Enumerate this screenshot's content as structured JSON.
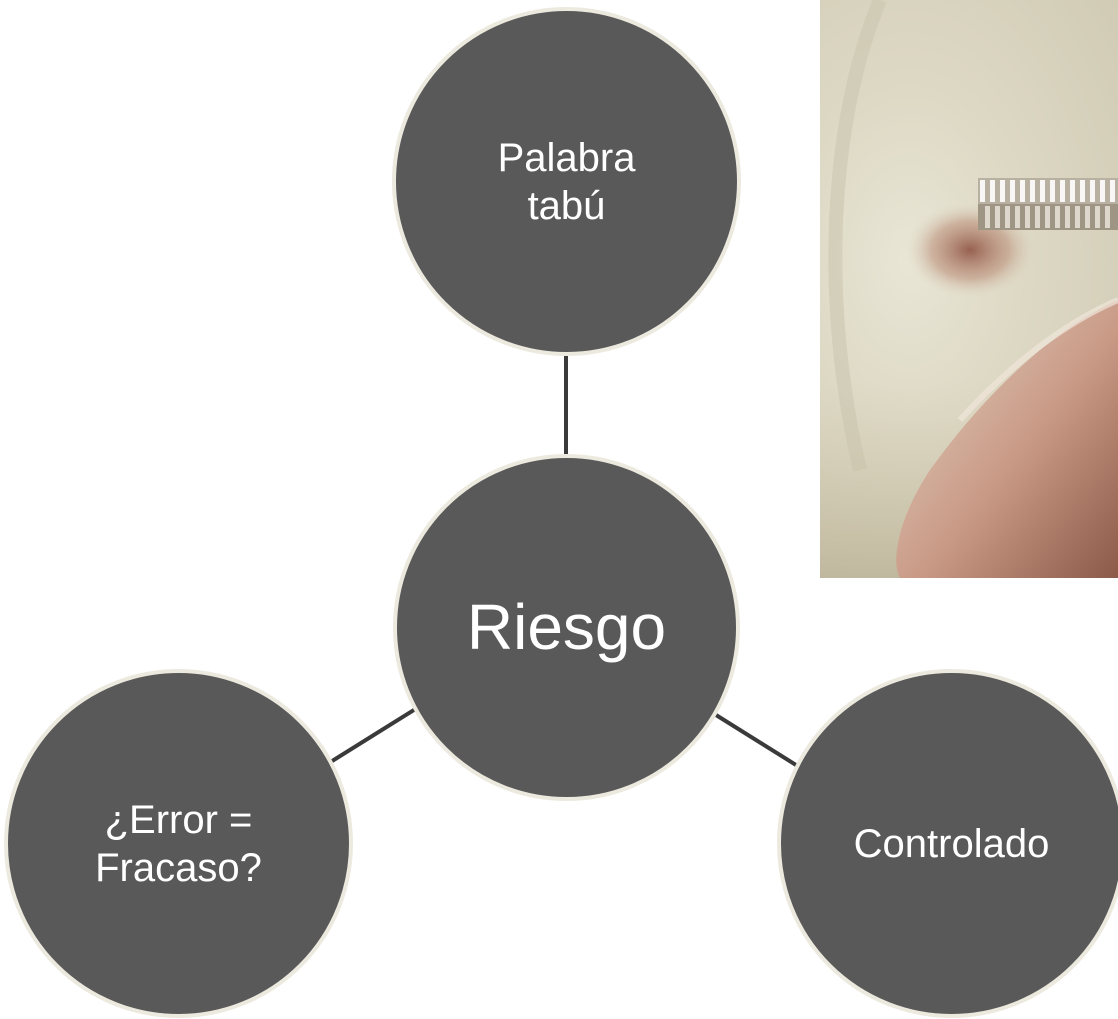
{
  "diagram": {
    "center": {
      "label": "Riesgo"
    },
    "top": {
      "label": "Palabra\ntabú"
    },
    "left": {
      "label": "¿Error =\nFracaso?"
    },
    "right": {
      "label": "Controlado"
    }
  },
  "photo": {
    "subject": "close-up of a mouth sealed with a zipper"
  }
}
